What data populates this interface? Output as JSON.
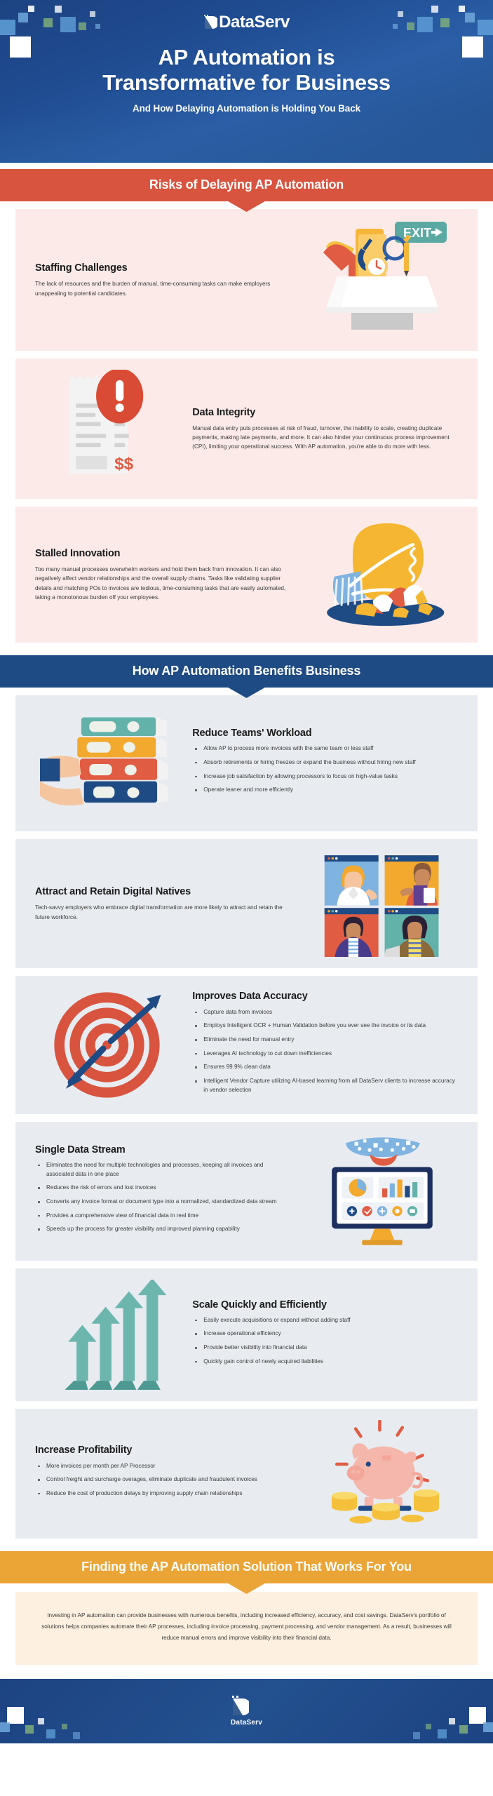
{
  "brand": {
    "name": "DataServ",
    "logo_icon": "dataserv-logo-icon",
    "colors": {
      "navy": "#1f4b84",
      "red": "#d8543f",
      "orange": "#eba436",
      "risk_card_bg": "#fbeae7",
      "benefit_card_bg": "#e8ecf1",
      "conclusion_bg": "#fdf0e0"
    }
  },
  "hero": {
    "title_line1": "AP Automation is",
    "title_line2": "Transformative for Business",
    "subtitle": "And How Delaying Automation is Holding You Back"
  },
  "sections": [
    {
      "id": "risks",
      "banner": "Risks of Delaying AP Automation",
      "style": "red"
    },
    {
      "id": "benefits",
      "banner": "How AP Automation Benefits Business",
      "style": "blue"
    },
    {
      "id": "solution",
      "banner": "Finding the AP Automation Solution That Works For You",
      "style": "orange"
    }
  ],
  "risks": [
    {
      "title": "Staffing Challenges",
      "body": "The lack of resources and the burden of manual, time-consuming tasks can make employers unappealing to potential candidates.",
      "art": "exit-box-illustration",
      "art_label": "EXIT",
      "layout": "text-left"
    },
    {
      "title": "Data Integrity",
      "body": "Manual data entry puts processes at risk of fraud, turnover, the inability to scale, creating duplicate payments, making late payments, and more. It can also hinder your continuous process improvement (CPI), limiting your operational success. With AP automation, you're able to do more with less.",
      "art": "invoice-alert-illustration",
      "art_label": "$$",
      "layout": "text-right"
    },
    {
      "title": "Stalled Innovation",
      "body": "Too many manual processes overwhelm workers and hold them back from innovation. It can also negatively affect vendor relationships and the overall supply chains. Tasks like validating supplier details and matching POs to invoices are tedious, time-consuming tasks that are easily automated, taking a monotonous burden off your employees.",
      "art": "broken-lightbulb-illustration",
      "layout": "text-left"
    }
  ],
  "benefits": [
    {
      "title": "Reduce Teams' Workload",
      "bullets": [
        "Allow AP to process more invoices with the same team or less staff",
        "Absorb retirements or hiring freezes or expand the business without hiring new staff",
        "Increase job satisfaction by allowing processors to focus on high-value tasks",
        "Operate leaner and more efficiently"
      ],
      "art": "stack-of-books-illustration",
      "layout": "text-right"
    },
    {
      "title": "Attract and Retain Digital Natives",
      "body": "Tech-savvy employers who embrace digital transformation are more likely to attract and retain the future workforce.",
      "art": "video-call-grid-illustration",
      "layout": "text-left"
    },
    {
      "title": "Improves Data Accuracy",
      "bullets": [
        "Capture data from invoices",
        "Employs Intelligent OCR + Human Validation before you ever see the invoice or its data",
        "Eliminate the need for manual entry",
        "Leverages AI technology to cut down inefficiencies",
        "Ensures 99.9% clean data",
        "Intelligent Vendor Capture utilizing AI-based learning from all DataServ clients to increase accuracy in vendor selection"
      ],
      "art": "target-dartboard-illustration",
      "layout": "text-right"
    },
    {
      "title": "Single Data Stream",
      "bullets": [
        "Eliminates the need for multiple technologies and processes, keeping all invoices and associated data in one place",
        "Reduces the risk of errors and lost invoices",
        "Converts any invoice format or document type into a normalized, standardized data stream",
        "Provides a comprehensive view of financial data in real time",
        "Speeds up the process for greater visibility and improved planning capability"
      ],
      "art": "dashboard-monitor-illustration",
      "layout": "text-left"
    },
    {
      "title": "Scale Quickly and Efficiently",
      "bullets": [
        "Easily execute acquisitions or expand without adding staff",
        "Increase operational efficiency",
        "Provide better visibility into financial data",
        "Quickly gain control of newly acquired liabilities"
      ],
      "art": "growth-arrows-illustration",
      "layout": "text-right"
    },
    {
      "title": "Increase Profitability",
      "bullets": [
        "More invoices per month per AP Processor",
        "Control freight and surcharge overages, eliminate duplicate and fraudulent invoices",
        "Reduce the cost of production delays by improving supply chain relationships"
      ],
      "art": "piggy-bank-coins-illustration",
      "layout": "text-left"
    }
  ],
  "conclusion": {
    "body": "Investing in AP automation can provide businesses with numerous benefits, including increased efficiency, accuracy, and cost savings. DataServ's portfolio of solutions helps companies automate their AP processes, including invoice processing, payment processing, and vendor management. As a result, businesses will reduce manual errors and improve visibility into their financial data."
  },
  "footer": {
    "brand_name": "DataServ"
  }
}
